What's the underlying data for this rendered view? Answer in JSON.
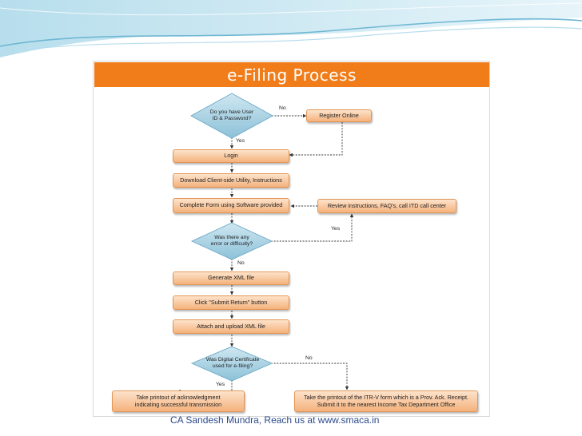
{
  "title": "e-Filing Process",
  "decision_1": "Do you have User\nID & Password?",
  "decision_2": "Was there any\nerror or difficulty?",
  "decision_3": "Was Digital Certificate\nused for e-filing?",
  "steps": {
    "register": "Register Online",
    "login": "Login",
    "download": "Download Client-side Utility, Instructions",
    "complete": "Complete Form using Software provided",
    "review": "Review instructions, FAQ's, call ITD call center",
    "generate": "Generate XML file",
    "submit": "Click \"Submit Return\" button",
    "attach": "Attach and upload XML file",
    "printout_ack": "Take printout of acknowledgment\nindicating successful transmission",
    "printout_itrv": "Take the printout of the ITR-V form which is a Prov. Ack. Receipt.\nSubmit it to the nearest Income Tax Department Office"
  },
  "labels": {
    "no_1": "No",
    "yes_1": "Yes",
    "yes_2": "Yes",
    "no_2": "No",
    "no_3": "No",
    "yes_3": "Yes"
  },
  "footer": "CA Sandesh Mundra, Reach us at www.smaca.in",
  "colors": {
    "title_bar": "#f07d1a",
    "step_fill": "#f4b27c",
    "decision_fill": "#8cc1d8",
    "footer_text": "#2c4a8c"
  }
}
